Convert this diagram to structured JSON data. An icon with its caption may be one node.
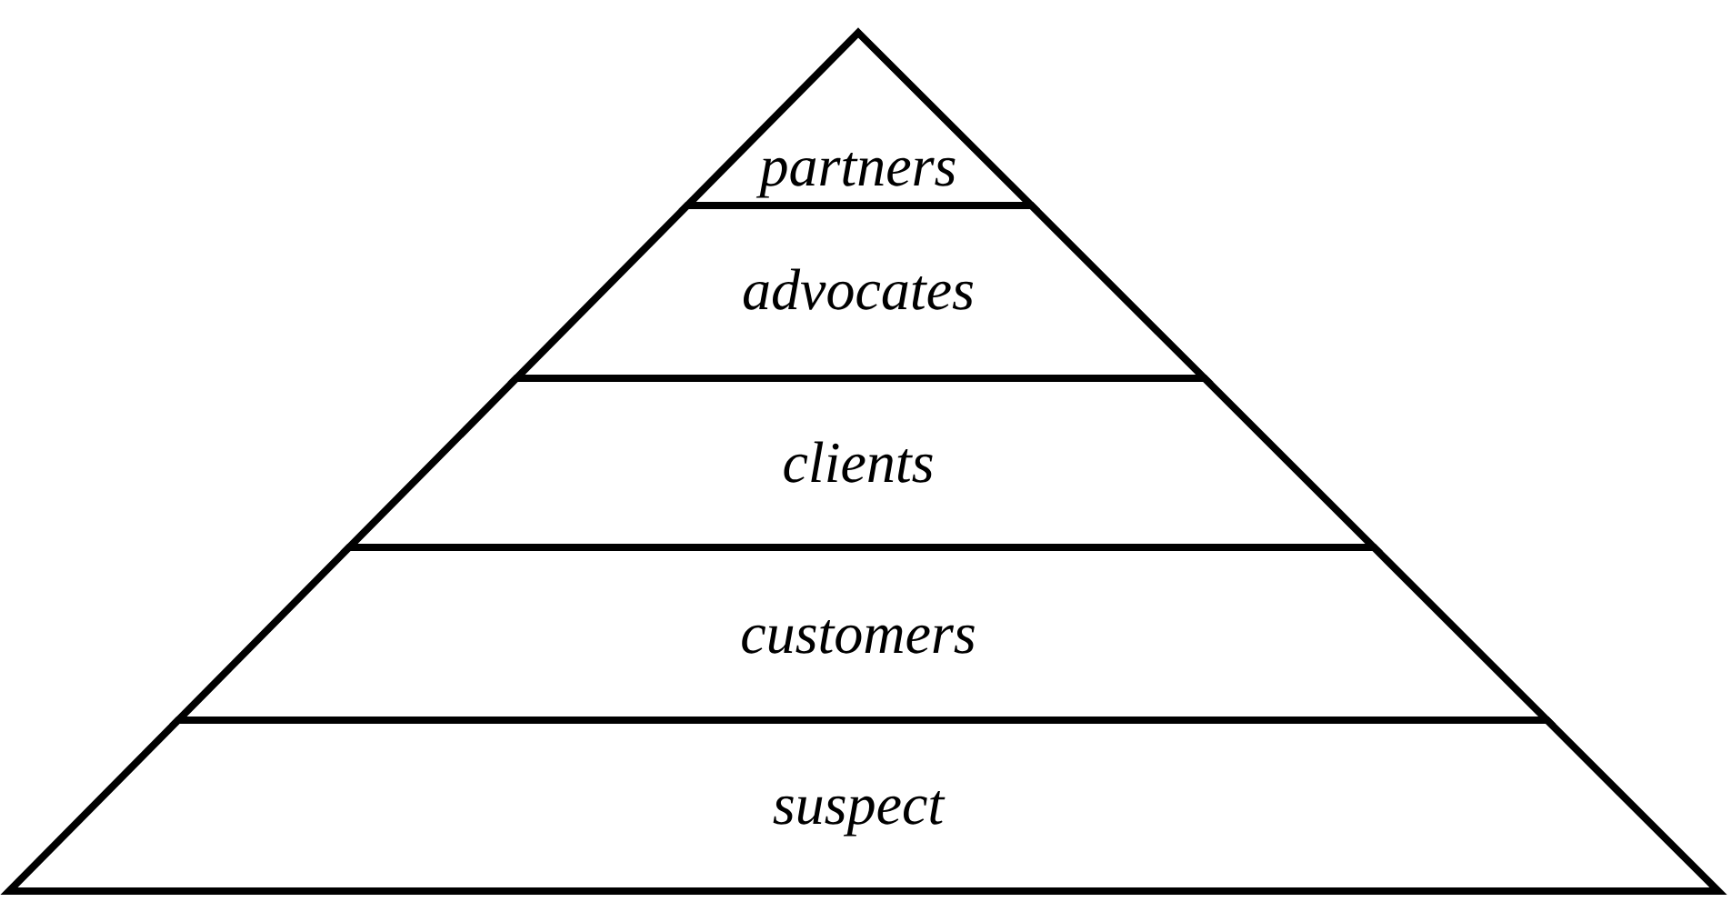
{
  "diagram": {
    "nodes": [
      {
        "text": [
          "partners"
        ]
      },
      {
        "text": [
          "advocates"
        ]
      },
      {
        "text": [
          "clients"
        ]
      },
      {
        "text": [
          "customers"
        ]
      },
      {
        "text": [
          "suspect"
        ]
      }
    ]
  }
}
